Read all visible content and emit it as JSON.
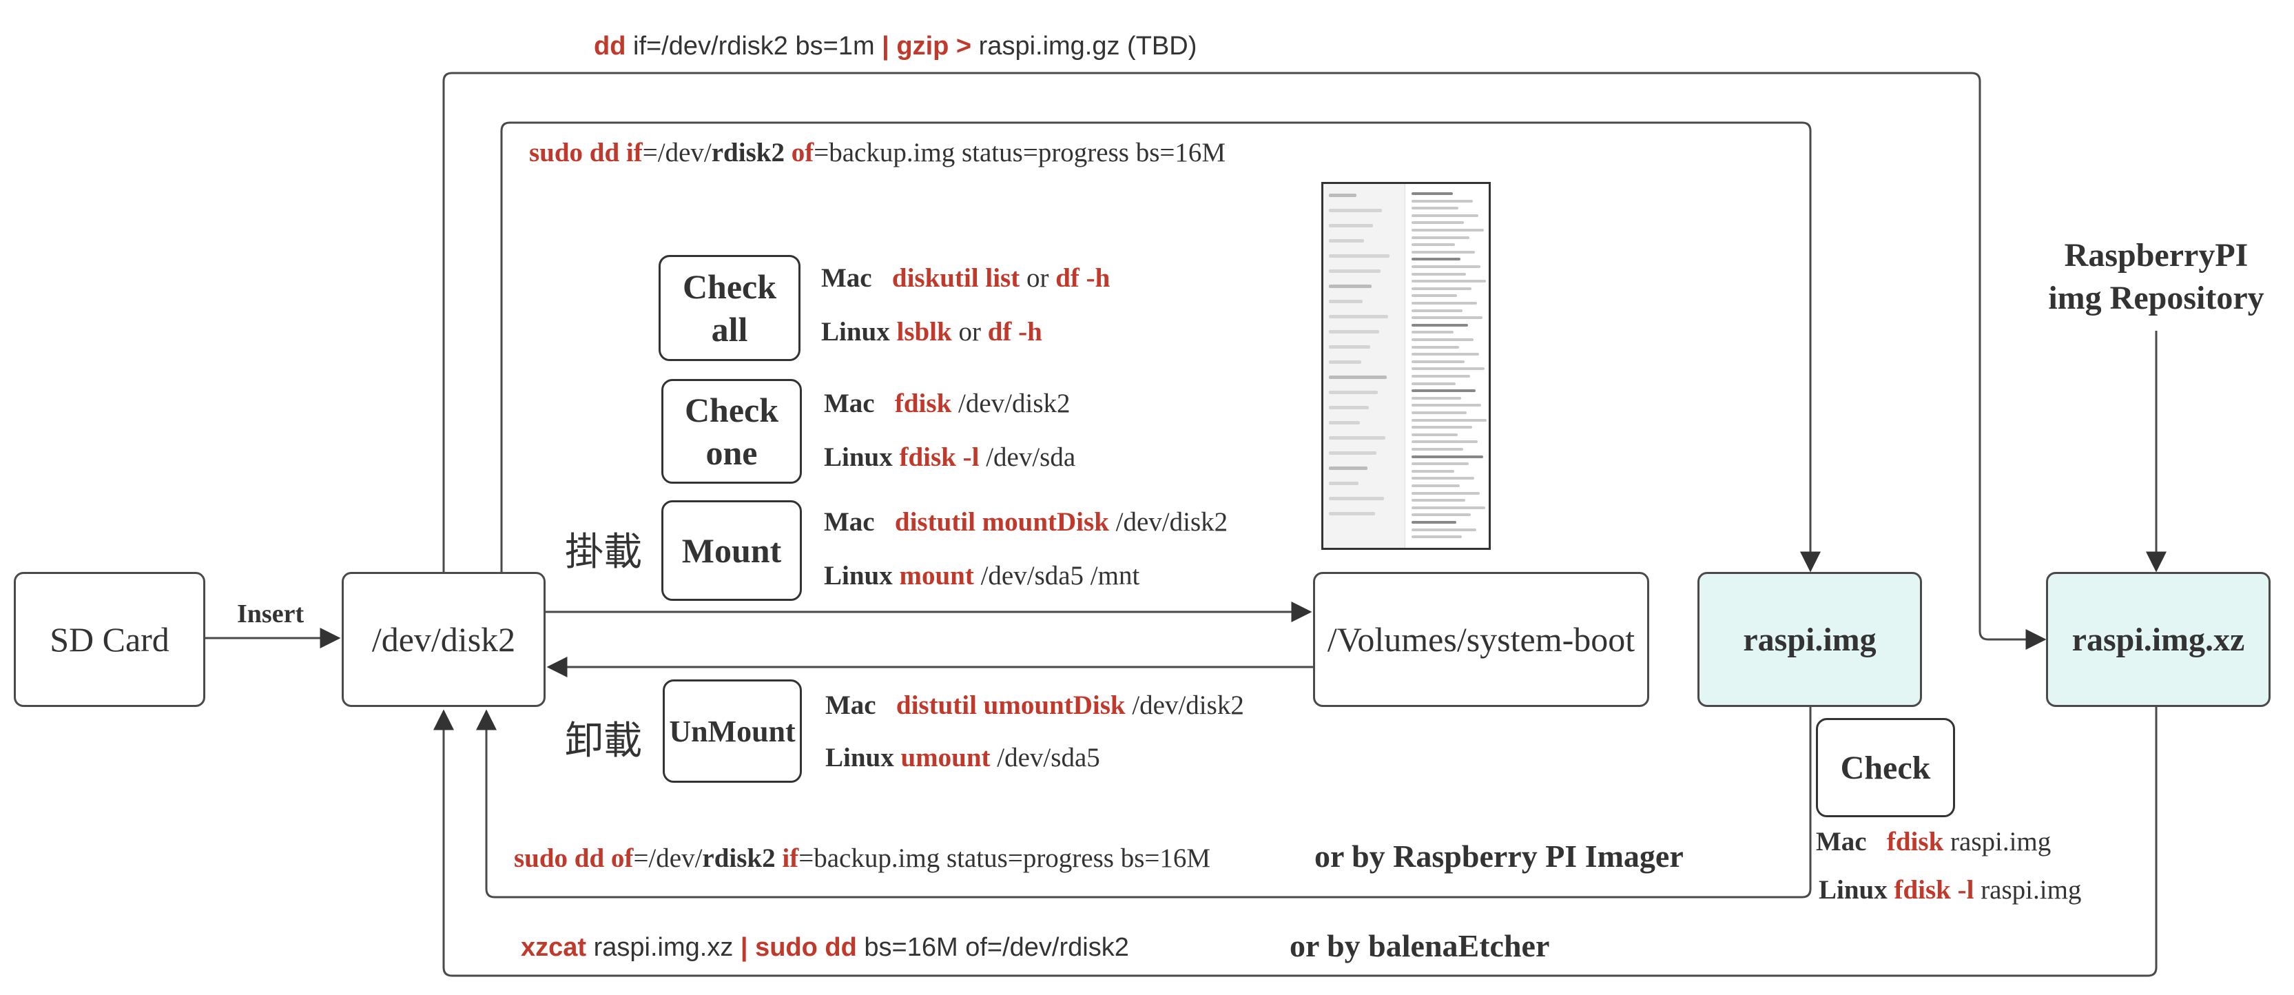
{
  "colors": {
    "accent_red": "#c0392b",
    "teal_fill": "#e3f6f3",
    "line": "#4a4a4a"
  },
  "nodes": {
    "sd_card": "SD Card",
    "dev_disk2": "/dev/disk2",
    "volumes": "/Volumes/system-boot",
    "raspi_img": "raspi.img",
    "raspi_img_xz": "raspi.img.xz",
    "repository": [
      "RaspberryPI",
      "img Repository"
    ]
  },
  "insert_label": "Insert",
  "top_cmd": {
    "dd": "dd",
    "a": " if=/dev/rdisk2 bs=1m ",
    "pipe": "| gzip >",
    "b": " raspi.img.gz  (TBD)"
  },
  "backup_cmd": {
    "sudo_dd_if": "sudo dd if",
    "a": "=/dev/",
    "rdisk2": "rdisk2",
    "of": "of",
    "b": "=backup.img status=progress bs=16M"
  },
  "restore_cmd": {
    "sudo_dd_of": "sudo dd of",
    "a": "=/dev/",
    "rdisk2": "rdisk2",
    "if": "if",
    "b": "=backup.img status=progress bs=16M"
  },
  "xz_cmd": {
    "xzcat": "xzcat",
    "a": " raspi.img.xz ",
    "pipe": "| sudo dd",
    "b": " bs=16M of=/dev/rdisk2"
  },
  "alt_imager": "or by Raspberry PI Imager",
  "alt_etcher": "or by balenaEtcher",
  "steps": {
    "check_all": {
      "title": [
        "Check",
        "all"
      ],
      "mac": {
        "os": "Mac",
        "c1": "diskutil list",
        "mid": " or ",
        "c2": "df -h"
      },
      "linux": {
        "os": "Linux",
        "c1": "lsblk",
        "mid": " or ",
        "c2": "df -h"
      }
    },
    "check_one": {
      "title": [
        "Check",
        "one"
      ],
      "mac": {
        "os": "Mac",
        "c1": "fdisk",
        "rest": " /dev/disk2"
      },
      "linux": {
        "os": "Linux",
        "c1": "fdisk -l",
        "rest": " /dev/sda"
      }
    },
    "mount": {
      "cjk": "掛載",
      "title": "Mount",
      "mac": {
        "os": "Mac",
        "c1": "distutil mountDisk",
        "rest": " /dev/disk2"
      },
      "linux": {
        "os": "Linux",
        "c1": "mount",
        "rest": " /dev/sda5 /mnt"
      }
    },
    "unmount": {
      "cjk": "卸載",
      "title": "UnMount",
      "mac": {
        "os": "Mac",
        "c1": "distutil umountDisk",
        "rest": " /dev/disk2"
      },
      "linux": {
        "os": "Linux",
        "c1": "umount",
        "rest": " /dev/sda5"
      }
    },
    "check_img": {
      "title": "Check",
      "mac": {
        "os": "Mac",
        "c1": "fdisk",
        "rest": " raspi.img"
      },
      "linux": {
        "os": "Linux",
        "c1": "fdisk -l",
        "rest": " raspi.img"
      }
    }
  }
}
